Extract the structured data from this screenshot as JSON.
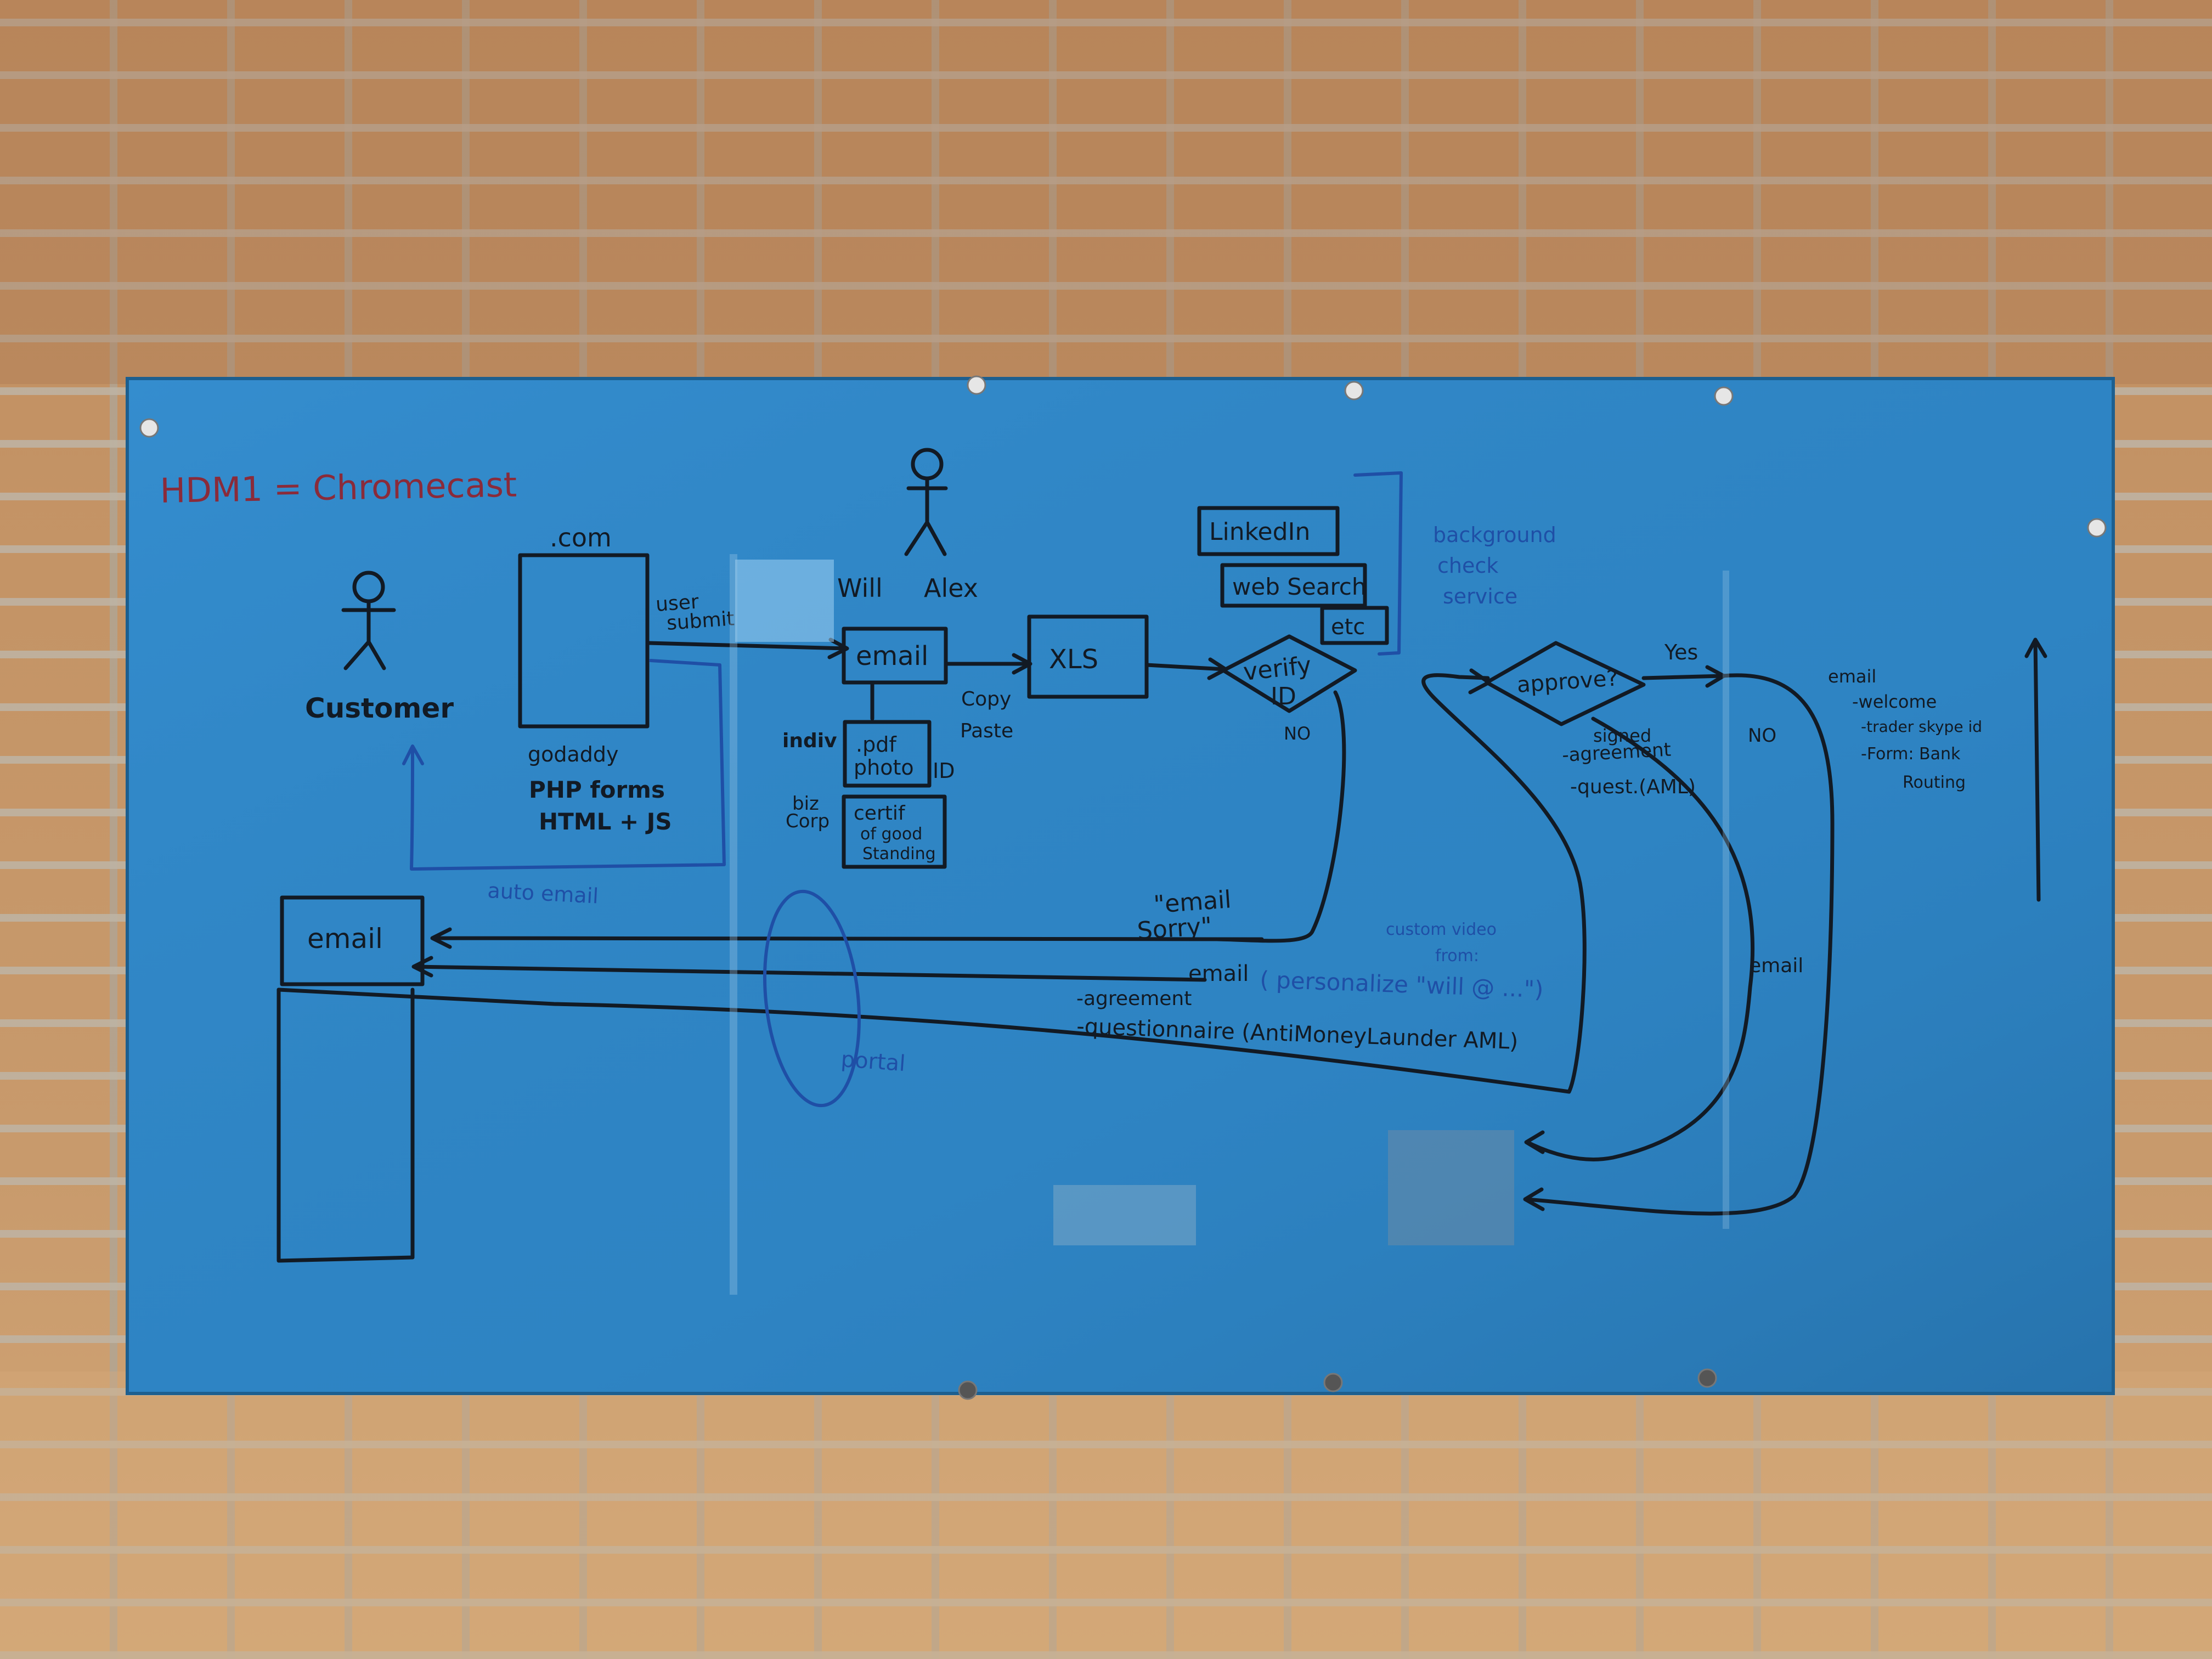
{
  "board": {
    "header_note": "HDM1 = Chromecast"
  },
  "actors": {
    "customer": "Customer",
    "staff": [
      "Will",
      "Alex"
    ]
  },
  "website": {
    "title": ".com",
    "host": "godaddy",
    "tech_line1": "PHP forms",
    "tech_line2": "HTML + JS",
    "user_submit_line1": "user",
    "user_submit_line2": "submit",
    "auto_email": "auto email"
  },
  "intake": {
    "email": "email",
    "xls": "XLS",
    "copy_paste_line1": "Copy",
    "copy_paste_line2": "Paste",
    "indiv": "indiv",
    "indiv_doc_line1": ".pdf",
    "indiv_doc_line2": "photo",
    "indiv_doc_suffix": "ID",
    "biz_line1": "biz",
    "biz_line2": "Corp",
    "biz_doc_line1": "certif",
    "biz_doc_line2": "of good",
    "biz_doc_line3": "Standing"
  },
  "verification": {
    "decision_line1": "verify",
    "decision_line2": "ID",
    "no": "NO",
    "sorry_line1": "\"email",
    "sorry_line2": "Sorry\""
  },
  "background_check": {
    "sources": [
      "LinkedIn",
      "web Search",
      "etc"
    ],
    "label_line1": "background",
    "label_line2": "check",
    "label_line3": "service"
  },
  "approval": {
    "decision": "approve?",
    "yes": "Yes",
    "no": "NO",
    "signed_line1": "signed",
    "signed_line2": "-agreement",
    "quest": "-quest.(AML)",
    "email_mid": "email",
    "welcome_email": "email",
    "welcome": "-welcome",
    "trader_line": "-trader skype id",
    "form_line1": "-Form: Bank",
    "form_line2": "Routing"
  },
  "outbound_email": {
    "email": "email",
    "personalize": "( personalize  \"will @ ...\")",
    "custom_video_line1": "custom video",
    "custom_video_line2": "from:",
    "agreement": "-agreement",
    "questionnaire": "-questionnaire  (AntiMoneyLaunder AML)",
    "portal": "portal"
  },
  "customer_inbox": {
    "email": "email"
  },
  "colors": {
    "board": "#2f86c6",
    "marker_black": "#121a24",
    "marker_blue": "#1f4fa6",
    "marker_red": "#8a2b3a"
  }
}
